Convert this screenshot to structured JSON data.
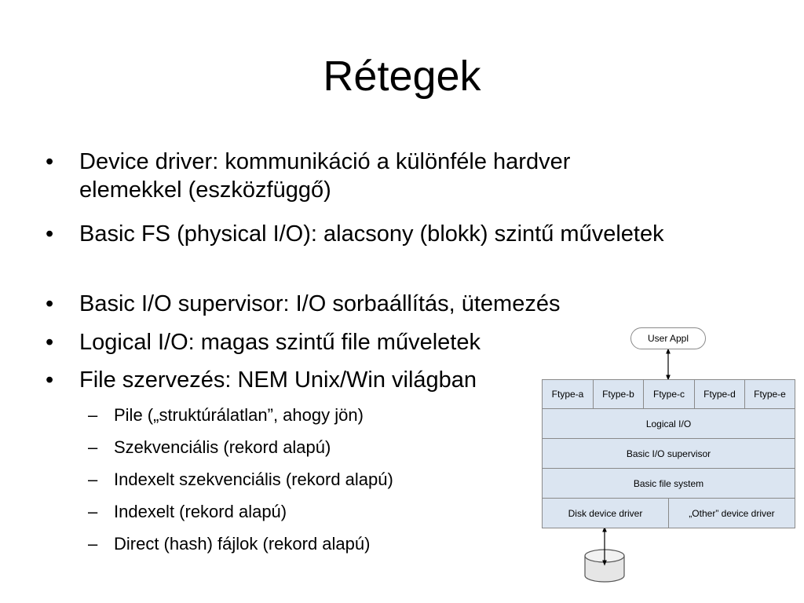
{
  "slide": {
    "title": "Rétegek",
    "bullets": [
      {
        "marker": "•",
        "text": "Device driver: kommunikáció a különféle hardver elemekkel (eszközfüggő)"
      },
      {
        "marker": "•",
        "text": "Basic FS (physical I/O): alacsony (blokk) szintű műveletek"
      },
      {
        "marker": "•",
        "text": "Basic I/O supervisor: I/O sorbaállítás, ütemezés"
      },
      {
        "marker": "•",
        "text": "Logical I/O: magas szintű file műveletek"
      },
      {
        "marker": "•",
        "text": "File szervezés: NEM Unix/Win világban"
      }
    ],
    "subbullets": [
      {
        "marker": "–",
        "text": "Pile („struktúrálatlan”, ahogy jön)"
      },
      {
        "marker": "–",
        "text": "Szekvenciális (rekord alapú)"
      },
      {
        "marker": "–",
        "text": "Indexelt szekvenciális (rekord alapú)"
      },
      {
        "marker": "–",
        "text": "Indexelt (rekord alapú)"
      },
      {
        "marker": "–",
        "text": "Direct (hash) fájlok (rekord alapú)"
      }
    ]
  },
  "diagram": {
    "user_appl": "User Appl",
    "ftypes": [
      "Ftype-a",
      "Ftype-b",
      "Ftype-c",
      "Ftype-d",
      "Ftype-e"
    ],
    "logical_io": "Logical I/O",
    "basic_io_supervisor": "Basic I/O supervisor",
    "basic_file_system": "Basic file system",
    "disk_device_driver": "Disk device driver",
    "other_device_driver": "„Other” device driver",
    "colors": {
      "layer_fill": "#dbe5f1",
      "border": "#8a8a8a",
      "disk_fill": "#e6e6e6"
    },
    "icons": [
      "up-down-arrow-icon",
      "disk-icon"
    ]
  }
}
